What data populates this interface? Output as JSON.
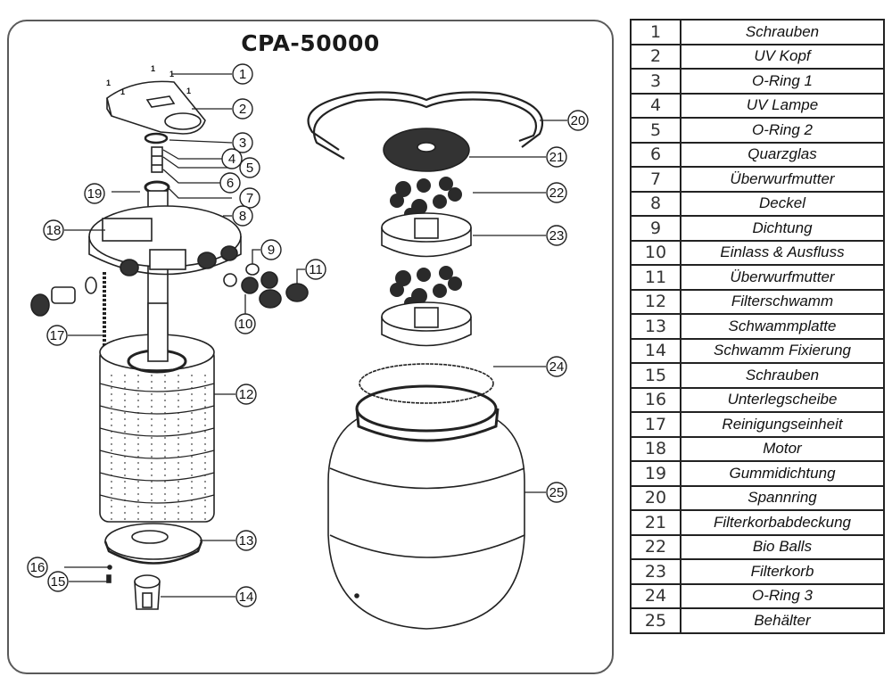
{
  "diagram": {
    "title": "CPA-50000",
    "screw_marks": [
      "1",
      "1",
      "1",
      "1",
      "1"
    ],
    "callouts": [
      "1",
      "2",
      "3",
      "4",
      "5",
      "6",
      "7",
      "8",
      "9",
      "10",
      "11",
      "12",
      "13",
      "14",
      "15",
      "16",
      "17",
      "18",
      "19",
      "20",
      "21",
      "22",
      "23",
      "24",
      "25"
    ]
  },
  "parts_table": {
    "rows": [
      {
        "num": "1",
        "name": "Schrauben"
      },
      {
        "num": "2",
        "name": "UV Kopf"
      },
      {
        "num": "3",
        "name": "O-Ring 1"
      },
      {
        "num": "4",
        "name": "UV Lampe"
      },
      {
        "num": "5",
        "name": "O-Ring 2"
      },
      {
        "num": "6",
        "name": "Quarzglas"
      },
      {
        "num": "7",
        "name": "Überwurfmutter"
      },
      {
        "num": "8",
        "name": "Deckel"
      },
      {
        "num": "9",
        "name": "Dichtung"
      },
      {
        "num": "10",
        "name": "Einlass & Ausfluss"
      },
      {
        "num": "11",
        "name": "Überwurfmutter"
      },
      {
        "num": "12",
        "name": "Filterschwamm"
      },
      {
        "num": "13",
        "name": "Schwammplatte"
      },
      {
        "num": "14",
        "name": "Schwamm Fixierung"
      },
      {
        "num": "15",
        "name": "Schrauben"
      },
      {
        "num": "16",
        "name": "Unterlegscheibe"
      },
      {
        "num": "17",
        "name": "Reinigungseinheit"
      },
      {
        "num": "18",
        "name": "Motor"
      },
      {
        "num": "19",
        "name": "Gummidichtung"
      },
      {
        "num": "20",
        "name": "Spannring"
      },
      {
        "num": "21",
        "name": "Filterkorbabdeckung"
      },
      {
        "num": "22",
        "name": "Bio Balls"
      },
      {
        "num": "23",
        "name": "Filterkorb"
      },
      {
        "num": "24",
        "name": "O-Ring 3"
      },
      {
        "num": "25",
        "name": "Behälter"
      }
    ]
  }
}
